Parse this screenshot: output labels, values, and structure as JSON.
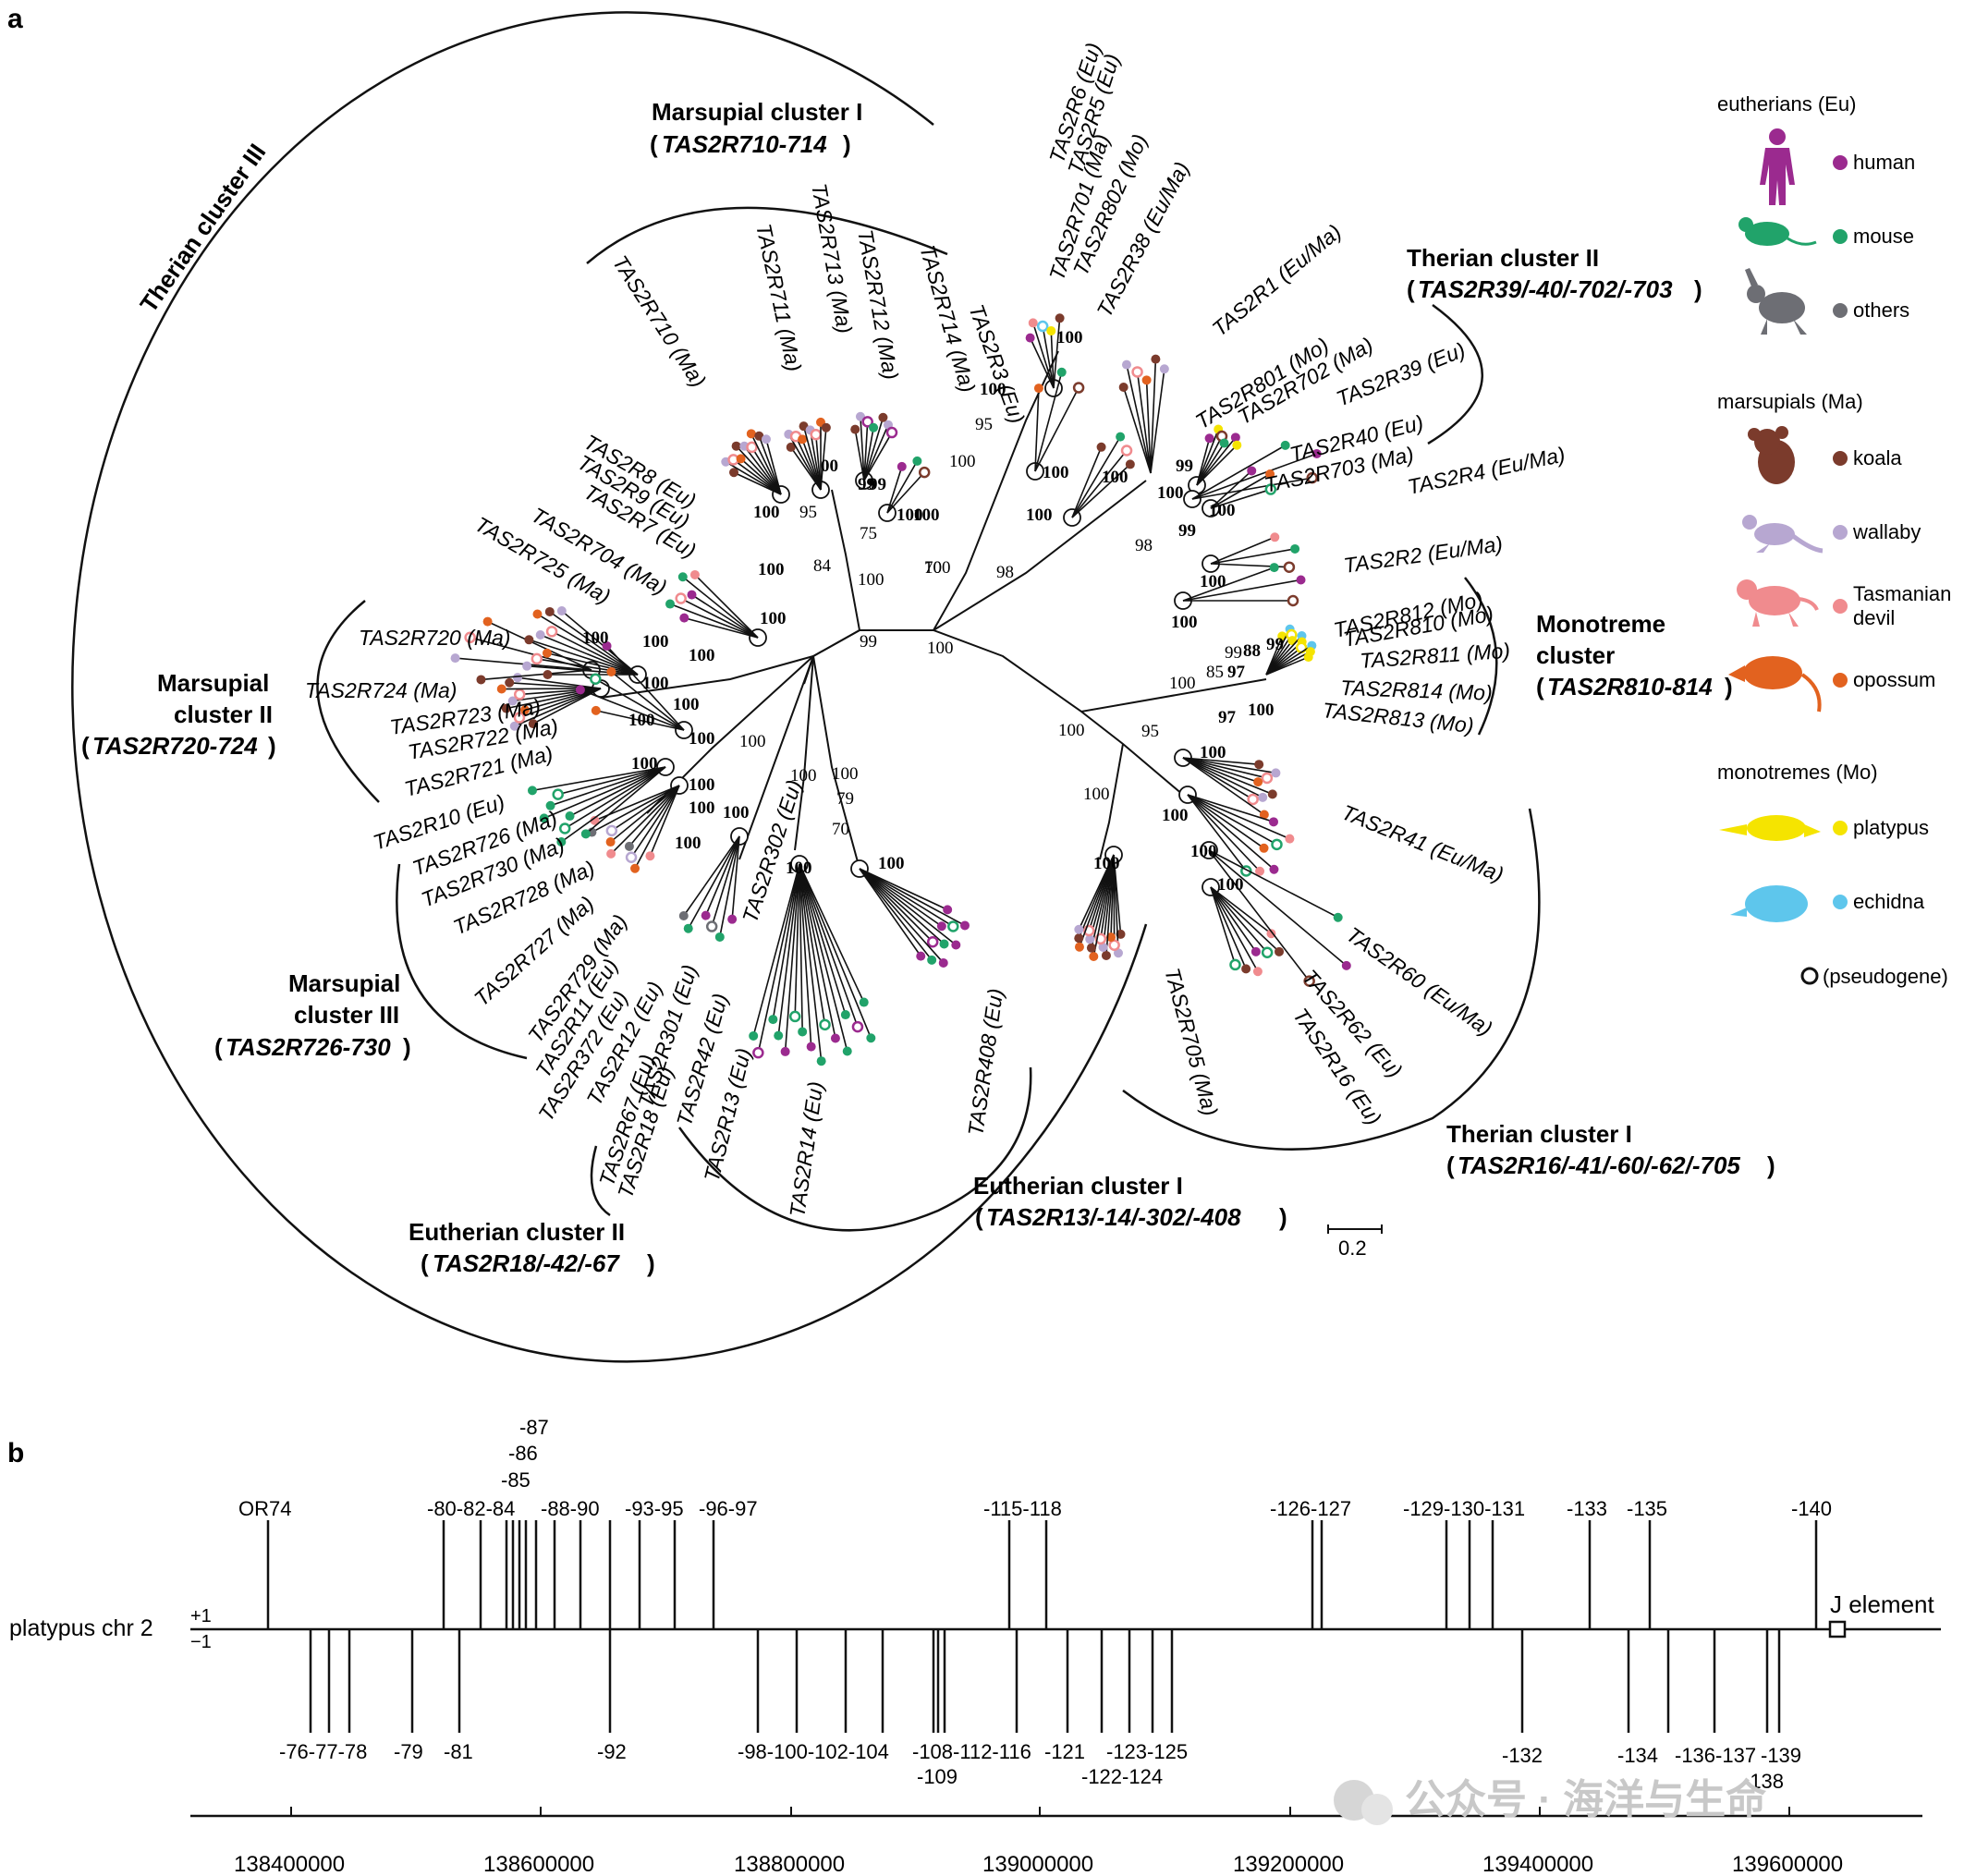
{
  "panels": {
    "a": "a",
    "b": "b"
  },
  "colors": {
    "human": "#9b2a8f",
    "mouse": "#21a36a",
    "others": "#6d6e74",
    "koala": "#7b3b2c",
    "wallaby": "#b7a7d1",
    "devil": "#f08b8e",
    "opossum": "#e2621f",
    "platypus": "#f5e400",
    "echidna": "#5ec6ec"
  },
  "legend": {
    "eutherians_header": "eutherians (Eu)",
    "marsupials_header": "marsupials (Ma)",
    "monotremes_header": "monotremes (Mo)",
    "items": [
      {
        "name": "human",
        "label": "human",
        "icon": "human-silhouette-icon"
      },
      {
        "name": "mouse",
        "label": "mouse",
        "icon": "mouse-silhouette-icon"
      },
      {
        "name": "others",
        "label": "others",
        "icon": "rabbit-silhouette-icon"
      },
      {
        "name": "koala",
        "label": "koala",
        "icon": "koala-silhouette-icon"
      },
      {
        "name": "wallaby",
        "label": "wallaby",
        "icon": "wallaby-silhouette-icon"
      },
      {
        "name": "devil",
        "label1": "Tasmanian",
        "label2": "devil",
        "icon": "devil-silhouette-icon"
      },
      {
        "name": "opossum",
        "label": "opossum",
        "icon": "opossum-silhouette-icon"
      },
      {
        "name": "platypus",
        "label": "platypus",
        "icon": "platypus-silhouette-icon"
      },
      {
        "name": "echidna",
        "label": "echidna",
        "icon": "echidna-silhouette-icon"
      }
    ],
    "pseudogene": "(pseudogene)"
  },
  "clusters": {
    "therian3": "Therian cluster III",
    "mars1_t": "Marsupial cluster I",
    "mars1_g": "TAS2R710-714",
    "mars2_t1": "Marsupial",
    "mars2_t2": "cluster II",
    "mars2_g": "TAS2R720-724",
    "mars3_t1": "Marsupial",
    "mars3_t2": "cluster III",
    "mars3_g": "TAS2R726-730",
    "euth2_t": "Eutherian cluster II",
    "euth2_g": "TAS2R18/-42/-67",
    "euth1_t": "Eutherian cluster I",
    "euth1_g": "TAS2R13/-14/-302/-408",
    "ther1_t": "Therian cluster I",
    "ther1_g": "TAS2R16/-41/-60/-62/-705",
    "ther2_t": "Therian cluster II",
    "ther2_g": "TAS2R39/-40/-702/-703",
    "mono_t1": "Monotreme",
    "mono_t2": "cluster",
    "mono_g": "TAS2R810-814",
    "paren_open": "(",
    "paren_close": ")"
  },
  "leaves": [
    "TAS2R6 (Eu)",
    "TAS2R5 (Eu)",
    "TAS2R701 (Ma)",
    "TAS2R802 (Mo)",
    "TAS2R38 (Eu/Ma)",
    "TAS2R1 (Eu/Ma)",
    "TAS2R801 (Mo)",
    "TAS2R702 (Ma)",
    "TAS2R39 (Eu)",
    "TAS2R40 (Eu)",
    "TAS2R703 (Ma)",
    "TAS2R4 (Eu/Ma)",
    "TAS2R2 (Eu/Ma)",
    "TAS2R812 (Mo)",
    "TAS2R810 (Mo)",
    "TAS2R811 (Mo)",
    "TAS2R814 (Mo)",
    "TAS2R813 (Mo)",
    "TAS2R41 (Eu/Ma)",
    "TAS2R60 (Eu/Ma)",
    "TAS2R62 (Eu)",
    "TAS2R16 (Eu)",
    "TAS2R705 (Ma)",
    "TAS2R408 (Eu)",
    "TAS2R14 (Eu)",
    "TAS2R13 (Eu)",
    "TAS2R42 (Eu)",
    "TAS2R301 (Eu)",
    "TAS2R302 (Eu)",
    "TAS2R67 (Eu)",
    "TAS2R18 (Eu)",
    "TAS2R372 (Eu)",
    "TAS2R12 (Eu)",
    "TAS2R11 (Eu)",
    "TAS2R729 (Ma)",
    "TAS2R727 (Ma)",
    "TAS2R728 (Ma)",
    "TAS2R730 (Ma)",
    "TAS2R726 (Ma)",
    "TAS2R10 (Eu)",
    "TAS2R721 (Ma)",
    "TAS2R722 (Ma)",
    "TAS2R723 (Ma)",
    "TAS2R724 (Ma)",
    "TAS2R720 (Ma)",
    "TAS2R725 (Ma)",
    "TAS2R704 (Ma)",
    "TAS2R7 (Eu)",
    "TAS2R9 (Eu)",
    "TAS2R8 (Eu)",
    "TAS2R710 (Ma)",
    "TAS2R711 (Ma)",
    "TAS2R713 (Ma)",
    "TAS2R712 (Ma)",
    "TAS2R714 (Ma)",
    "TAS2R3 (Eu)"
  ],
  "bootstrap": [
    "100",
    "95",
    "100",
    "100",
    "100",
    "100",
    "100",
    "70",
    "100",
    "98",
    "100",
    "99",
    "100",
    "98",
    "100",
    "99",
    "100",
    "100",
    "100",
    "85",
    "97",
    "99",
    "88",
    "99",
    "100",
    "97",
    "100",
    "95",
    "100",
    "100",
    "100",
    "100",
    "100",
    "100",
    "100",
    "79",
    "70",
    "100",
    "100",
    "100",
    "100",
    "100",
    "100",
    "100",
    "100",
    "100",
    "100",
    "100",
    "100",
    "100",
    "99",
    "84",
    "75",
    "100",
    "100",
    "95",
    "100",
    "99",
    "100",
    "100",
    "00",
    "99",
    "100",
    "100",
    "100",
    "100"
  ],
  "scale_bar": "0.2",
  "panel_b": {
    "chromosome": "platypus chr 2",
    "strand_plus": "+1",
    "strand_minus": "−1",
    "j_element": "J element",
    "x_ticks": [
      "138400000",
      "138600000",
      "138800000",
      "139000000",
      "139200000",
      "139400000",
      "139600000"
    ],
    "upper_labels": [
      "OR74",
      "-80-82-84",
      "-87",
      "-86",
      "-85",
      "-88-90",
      "-93-95",
      "-96-97",
      "-115-118",
      "-126-127",
      "-129-130-131",
      "-133",
      "-135",
      "-140"
    ],
    "lower_labels": [
      "-76-77-78",
      "-79",
      "-81",
      "-92",
      "-98-100-102-104",
      "-108-112-116",
      "-109",
      "-121",
      "-123-125",
      "-122-124",
      "-132",
      "-134",
      "-136-137",
      "-139",
      "-138"
    ]
  },
  "watermark": "公众号 · 海洋与生命"
}
